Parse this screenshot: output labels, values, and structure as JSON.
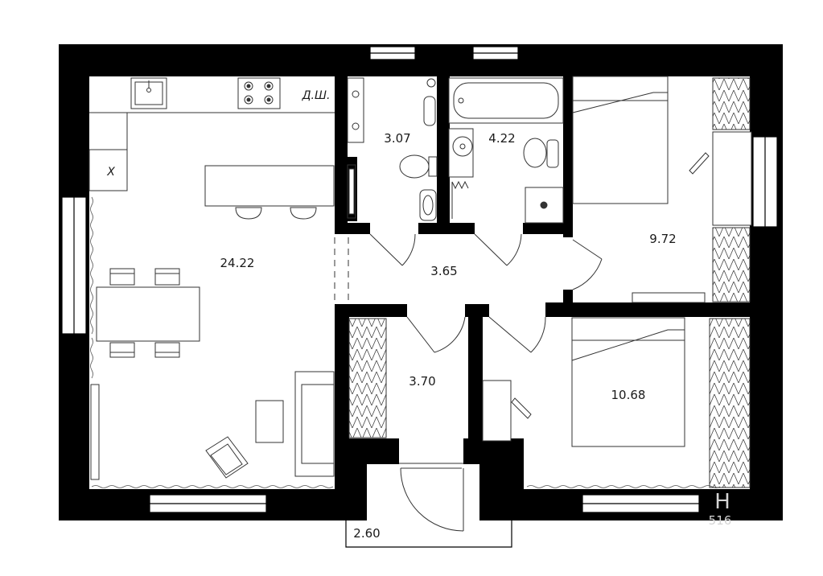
{
  "rooms": {
    "living_kitchen": "24.22",
    "bathroom_small": "3.07",
    "bathroom_large": "4.22",
    "bedroom_1": "9.72",
    "hallway": "3.65",
    "closet": "3.70",
    "bedroom_2": "10.68",
    "balcony": "2.60"
  },
  "labels": {
    "shaft": "Д.Ш.",
    "fridge": "Х"
  },
  "watermark": {
    "logo": "Н",
    "code": "516"
  }
}
